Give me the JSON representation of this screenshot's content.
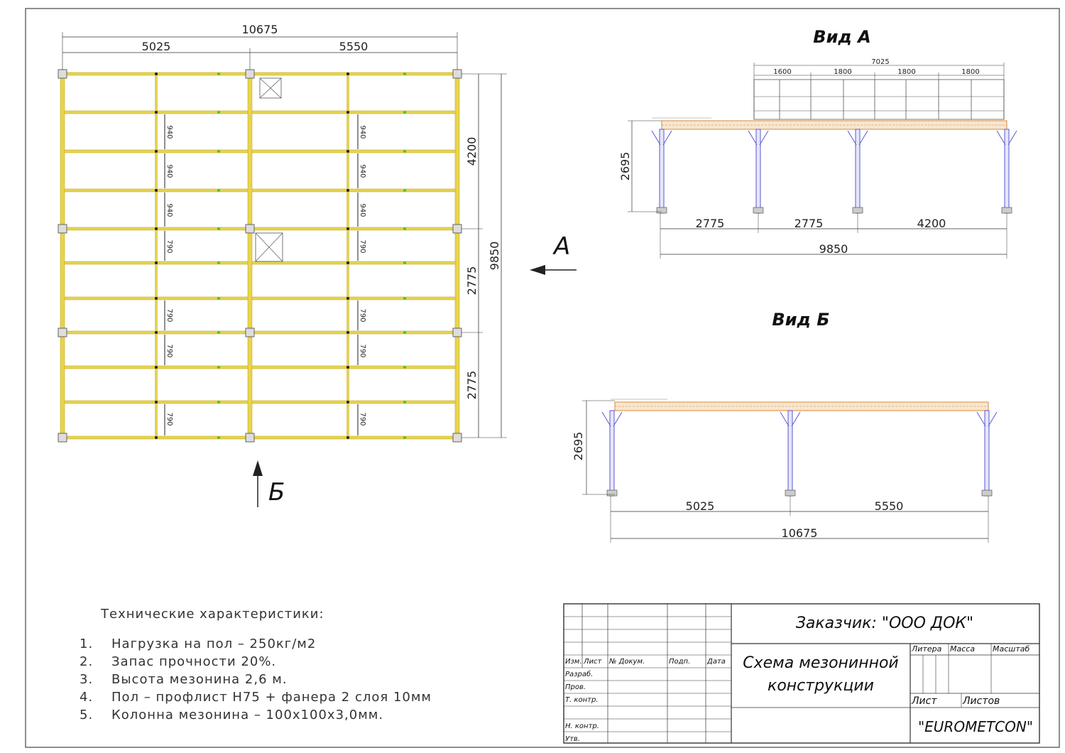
{
  "plan": {
    "dim_total_width": "10675",
    "dim_left_span": "5025",
    "dim_right_span": "5550",
    "dim_total_height": "9850",
    "dim_top": "4200",
    "dim_mid": "2775",
    "dim_bottom": "2775",
    "joist_labels_left": [
      "940",
      "940",
      "940",
      "790",
      "790",
      "790",
      "790"
    ],
    "joist_labels_right": [
      "940",
      "940",
      "940",
      "790",
      "790",
      "790",
      "790"
    ]
  },
  "arrows": {
    "view_a": "А",
    "view_b": "Б"
  },
  "view_a": {
    "title": "Вид А",
    "rail_total": "7025",
    "rail_segments": [
      "1600",
      "1800",
      "1800",
      "1800"
    ],
    "height": "2695",
    "spans": [
      "2775",
      "2775",
      "4200"
    ],
    "total": "9850"
  },
  "view_b": {
    "title": "Вид Б",
    "height": "2695",
    "spans": [
      "5025",
      "5550"
    ],
    "total": "10675"
  },
  "specs": {
    "title": "Технические характеристики:",
    "items": [
      {
        "num": "1.",
        "text": "Нагрузка на пол – 250кг/м2"
      },
      {
        "num": "2.",
        "text": "Запас прочности 20%."
      },
      {
        "num": "3.",
        "text": "Высота мезонина 2,6 м."
      },
      {
        "num": "4.",
        "text": "Пол – профлист Н75 + фанера 2 слоя 10мм"
      },
      {
        "num": "5.",
        "text": "Колонна мезонина – 100х100х3,0мм."
      }
    ]
  },
  "title_block": {
    "customer": "Заказчик: \"ООО ДОК\"",
    "drawing_title_line1": "Схема мезонинной",
    "drawing_title_line2": "конструкции",
    "company": "\"EUROMETCON\"",
    "headers": {
      "izm": "Изм.",
      "list": "Лист",
      "doc": "№ Докум.",
      "sign": "Подп.",
      "date": "Дата"
    },
    "rows": [
      "Разраб.",
      "Пров.",
      "Т. контр.",
      "Н. контр.",
      "Утв."
    ],
    "litera": "Литера",
    "massa": "Масса",
    "masshtab": "Масштаб",
    "sheet": "Лист",
    "sheets": "Листов"
  },
  "colors": {
    "beam": "#e8d44d",
    "beam_edge": "#b9a020",
    "column": "#5a5ad0",
    "deck": "#d98a3a",
    "weld": "#33cc33"
  }
}
